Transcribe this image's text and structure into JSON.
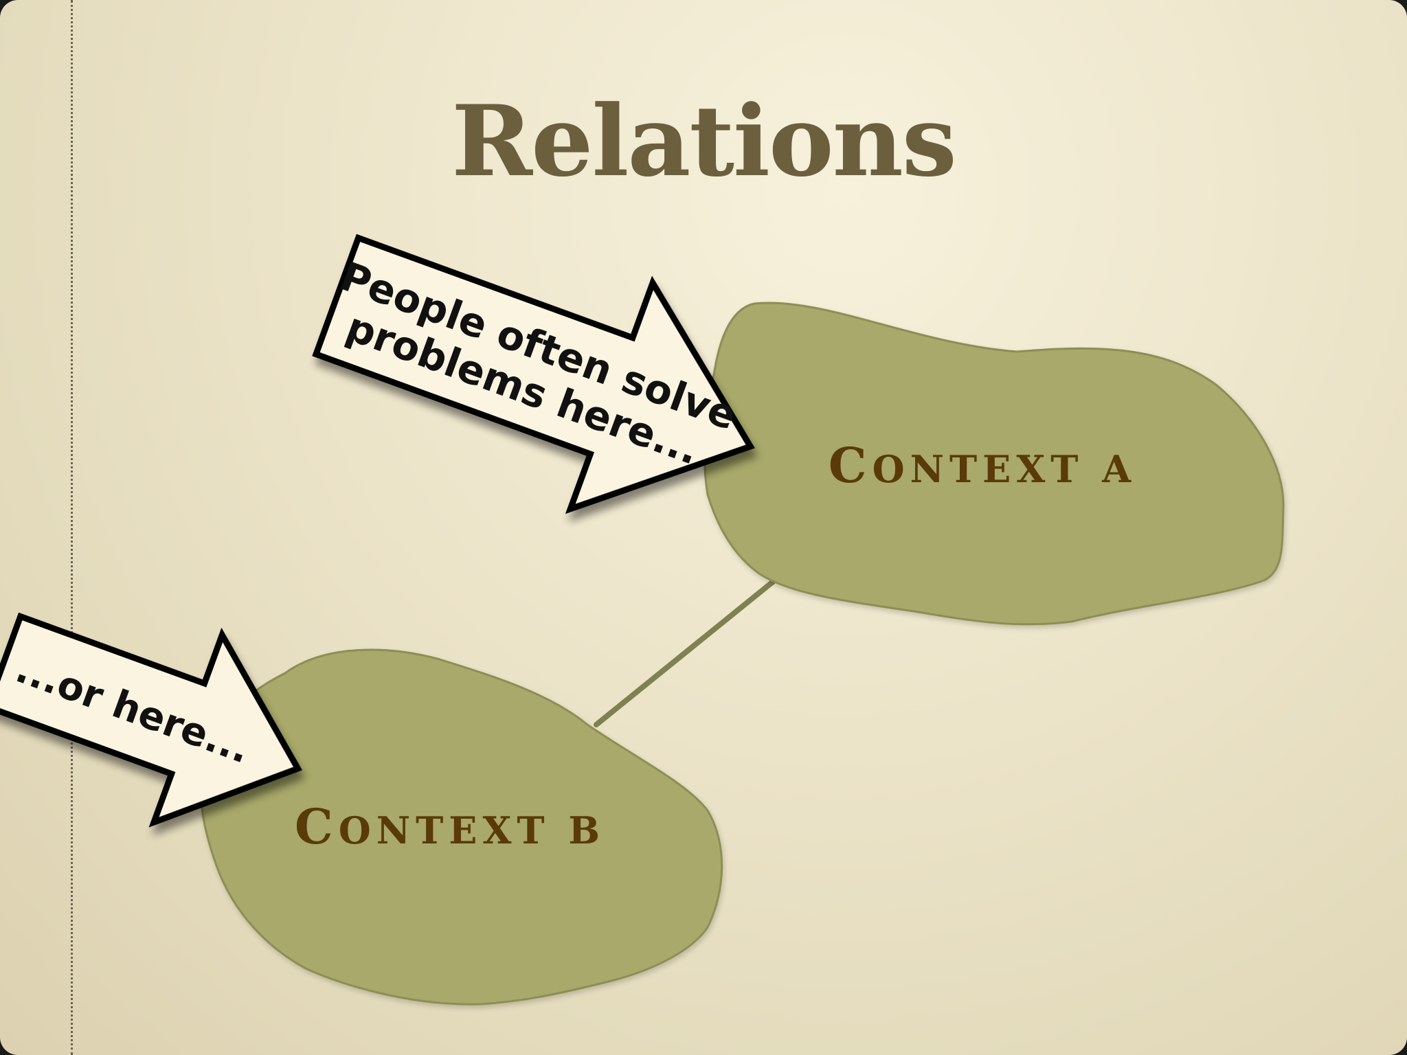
{
  "slide": {
    "title": "Relations"
  },
  "contexts": {
    "a": {
      "big": "C",
      "rest": "ONTEXT A"
    },
    "b": {
      "big": "C",
      "rest": "ONTEXT B"
    }
  },
  "callouts": {
    "first": {
      "line1": "People often solve",
      "line2": "problems here..."
    },
    "second": {
      "line1": "...or here..."
    }
  },
  "colors": {
    "background": "#ece4c9",
    "blob_fill": "#a8a96a",
    "title": "#6b5f3e",
    "context_label": "#5a3a08",
    "callout_fill": "#fbf4e0"
  }
}
